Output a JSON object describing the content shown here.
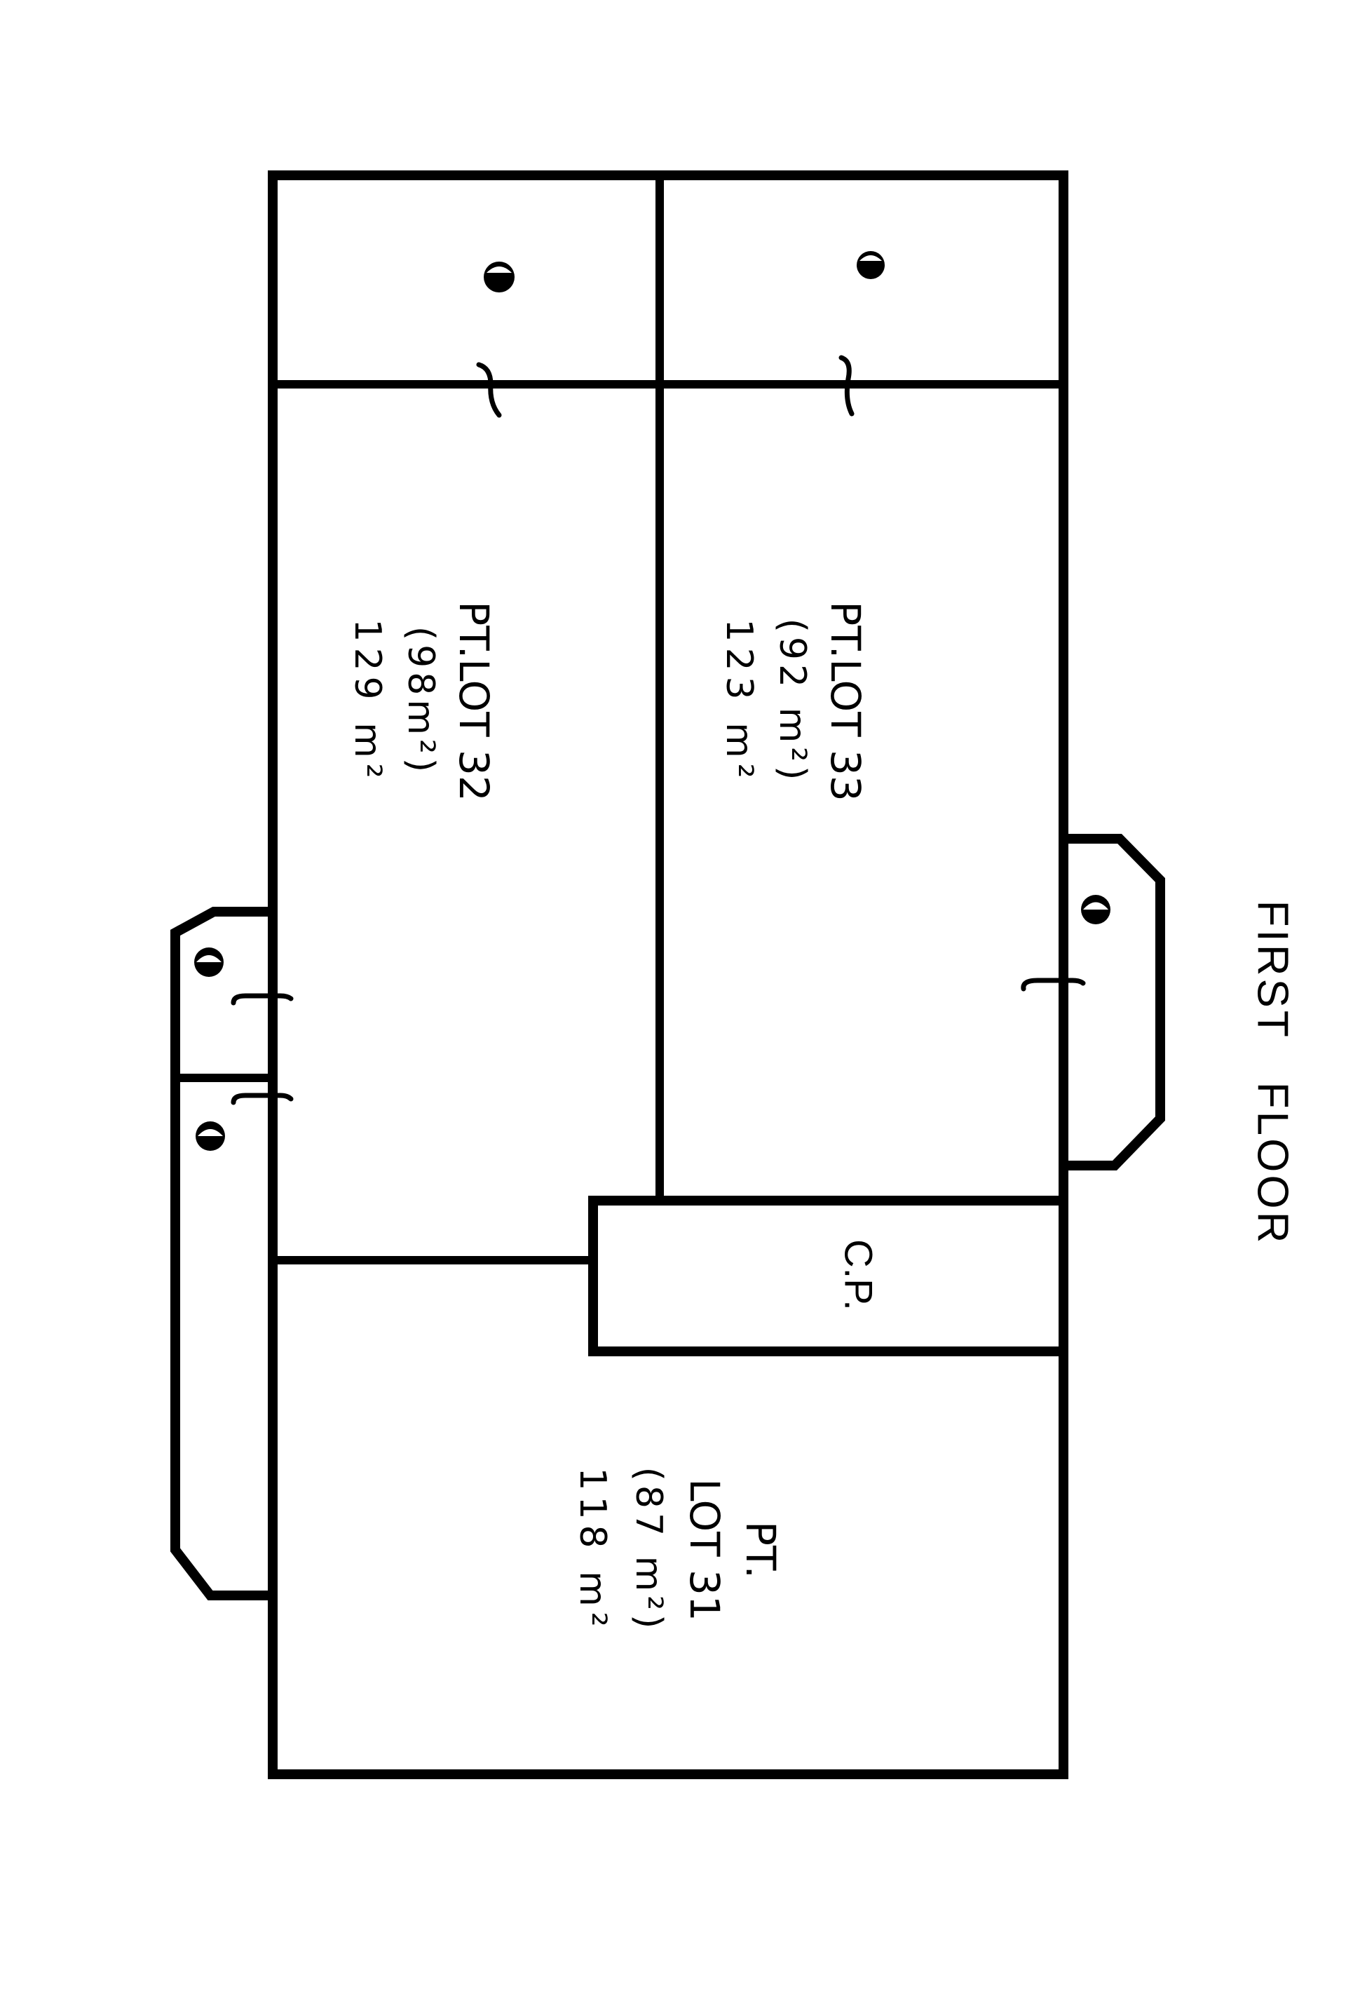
{
  "title": "FIRST FLOOR",
  "colors": {
    "ink": "#000000",
    "paper": "#ffffff"
  },
  "lots": [
    {
      "name": "PT.LOT 33",
      "area_bracket": "(92 m²)",
      "area_total": "123 m²"
    },
    {
      "name": "PT.LOT 32",
      "area_bracket": "(98m²)",
      "area_total": "129 m²"
    },
    {
      "name_line1": "PT.",
      "name_line2": "LOT 31",
      "area_bracket": "(87 m²)",
      "area_total": "118 m²"
    }
  ],
  "common_property": "C.P.",
  "symbols": {
    "fixture": "half-filled-circle-icon",
    "door": "door-swing-icon"
  }
}
